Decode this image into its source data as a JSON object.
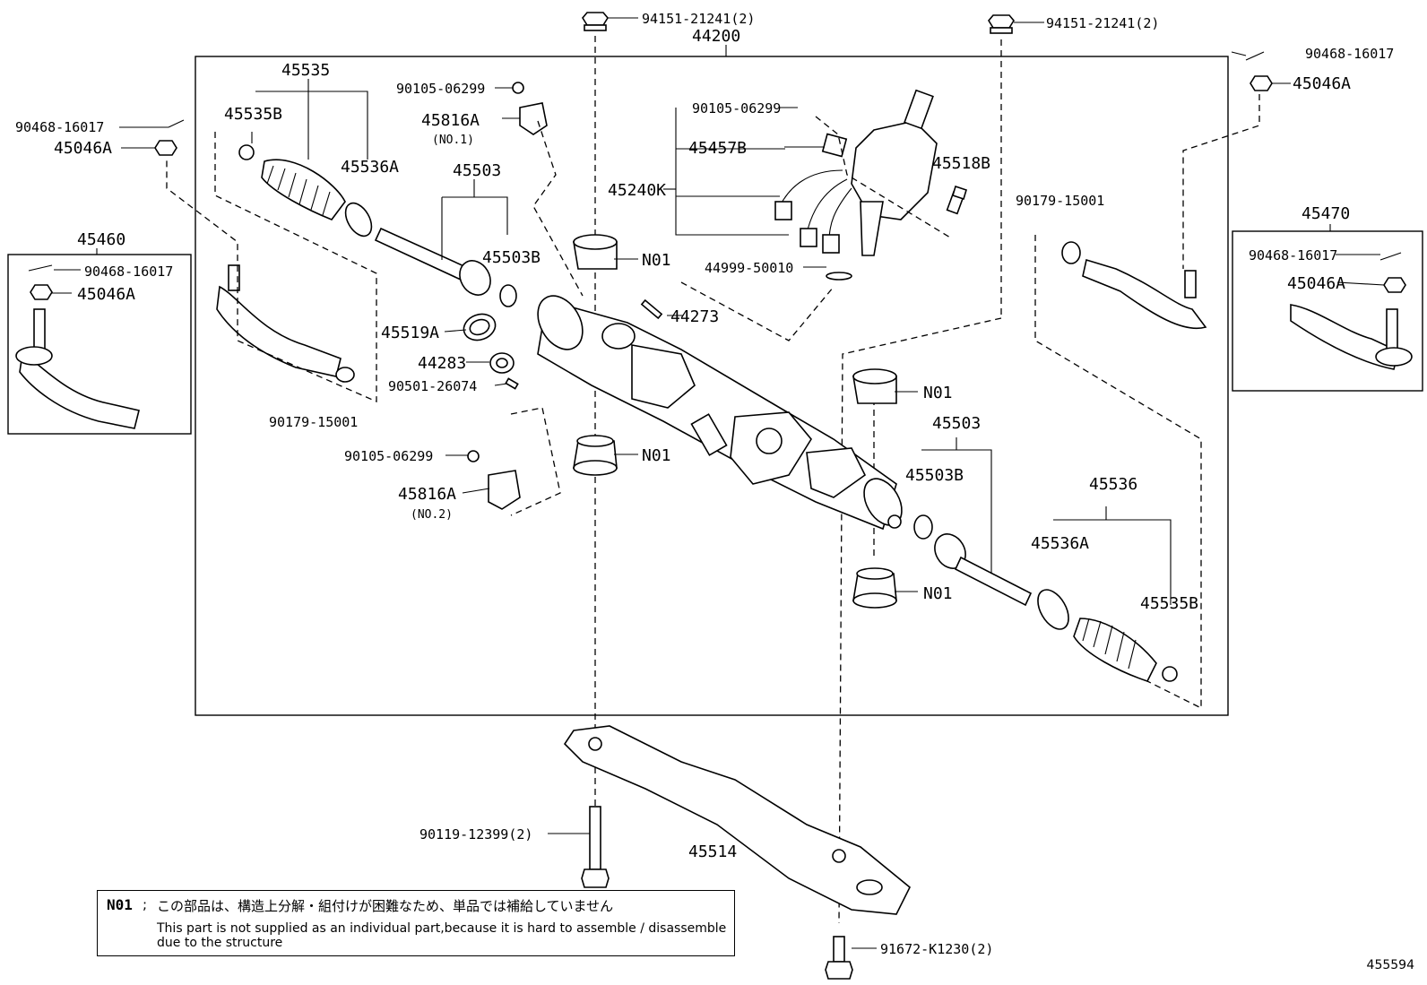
{
  "labels": {
    "p44200": "44200",
    "p94151_l": "94151-21241(2)",
    "p94151_r": "94151-21241(2)",
    "p90468_tr": "90468-16017",
    "p45046A_tr": "45046A",
    "p45535": "45535",
    "p90105_a": "90105-06299",
    "p45816A_1": "45816A",
    "no1": "(NO.1)",
    "p45535B_l": "45535B",
    "p90468_l": "90468-16017",
    "p45046A_l": "45046A",
    "p45536A_l": "45536A",
    "p45503_l": "45503",
    "p90105_b": "90105-06299",
    "p45457B": "45457B",
    "p45240K": "45240K",
    "p45518B": "45518B",
    "p90179_r": "90179-15001",
    "p45470": "45470",
    "p90468_rb": "90468-16017",
    "p45046A_rb": "45046A",
    "p45460": "45460",
    "p90468_lb": "90468-16017",
    "p45046A_lb": "45046A",
    "p45503B_l": "45503B",
    "n01_a": "N01",
    "p44999": "44999-50010",
    "p44273": "44273",
    "p45519A": "45519A",
    "p44283": "44283",
    "p90501": "90501-26074",
    "p90179_l": "90179-15001",
    "n01_b": "N01",
    "p45503_r": "45503",
    "p90105_c": "90105-06299",
    "n01_c": "N01",
    "p45503B_r": "45503B",
    "p45816A_2": "45816A",
    "no2": "(NO.2)",
    "p45536": "45536",
    "p45536A_r": "45536A",
    "n01_d": "N01",
    "p45535B_r": "45535B",
    "p90119": "90119-12399(2)",
    "p45514": "45514",
    "p91672": "91672-K1230(2)"
  },
  "note": {
    "code": "N01",
    "separator": ";",
    "jp": "この部品は、構造上分解・組付けが困難なため、単品では補給していません",
    "en": "This part is not supplied as an individual part,because it is hard to assemble / disassemble due to the structure"
  },
  "ref": "455594"
}
